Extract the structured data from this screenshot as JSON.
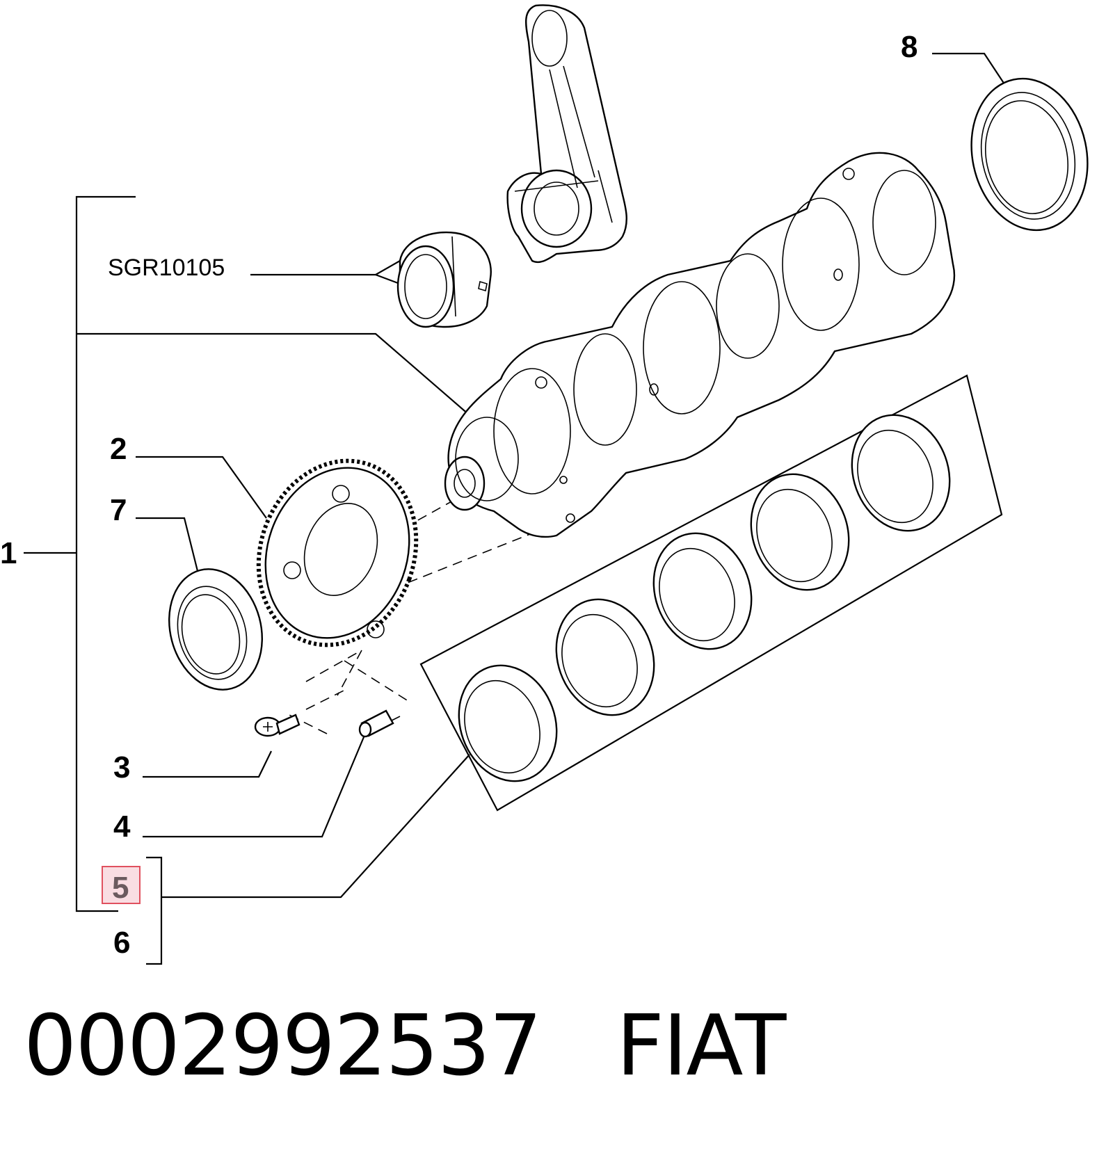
{
  "diagram": {
    "callouts": [
      "1",
      "2",
      "3",
      "4",
      "5",
      "6",
      "7",
      "8"
    ],
    "reference": "SGR10105",
    "highlighted": "5"
  },
  "footer": {
    "part_number": "0002992537",
    "brand": "FIAT"
  }
}
